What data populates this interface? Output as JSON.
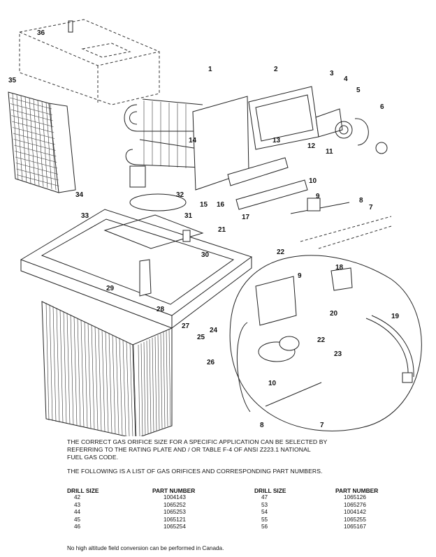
{
  "callouts": [
    "1",
    "2",
    "3",
    "4",
    "5",
    "6",
    "7",
    "8",
    "9",
    "10",
    "11",
    "12",
    "13",
    "14",
    "15",
    "16",
    "17",
    "18",
    "19",
    "20",
    "21",
    "22",
    "23",
    "24",
    "25",
    "26",
    "27",
    "28",
    "29",
    "30",
    "31",
    "32",
    "33",
    "34",
    "35",
    "36"
  ],
  "inset_callouts": [
    "9",
    "18",
    "19",
    "20",
    "22",
    "23",
    "10",
    "8",
    "7"
  ],
  "notes": {
    "line1": "THE CORRECT GAS ORIFICE SIZE FOR A SPECIFIC APPLICATION CAN BE SELECTED BY",
    "line2": "REFERRING TO THE RATING PLATE AND / OR TABLE F-4 OF ANSI Z223.1 NATIONAL",
    "line3": "FUEL GAS CODE.",
    "list_intro": "THE FOLLOWING IS A LIST OF GAS ORIFICES AND CORRESPONDING PART NUMBERS."
  },
  "orifice_table": {
    "headers": [
      "DRILL SIZE",
      "PART NUMBER",
      "DRILL SIZE",
      "PART NUMBER"
    ],
    "left": [
      {
        "drill": "42",
        "part": "1004143"
      },
      {
        "drill": "43",
        "part": "1065252"
      },
      {
        "drill": "44",
        "part": "1065253"
      },
      {
        "drill": "45",
        "part": "1065121"
      },
      {
        "drill": "46",
        "part": "1065254"
      }
    ],
    "right": [
      {
        "drill": "47",
        "part": "1065126"
      },
      {
        "drill": "53",
        "part": "1065276"
      },
      {
        "drill": "54",
        "part": "1004142"
      },
      {
        "drill": "55",
        "part": "1065255"
      },
      {
        "drill": "56",
        "part": "1065167"
      }
    ]
  },
  "footer": "No high altitude field conversion can be performed in Canada."
}
